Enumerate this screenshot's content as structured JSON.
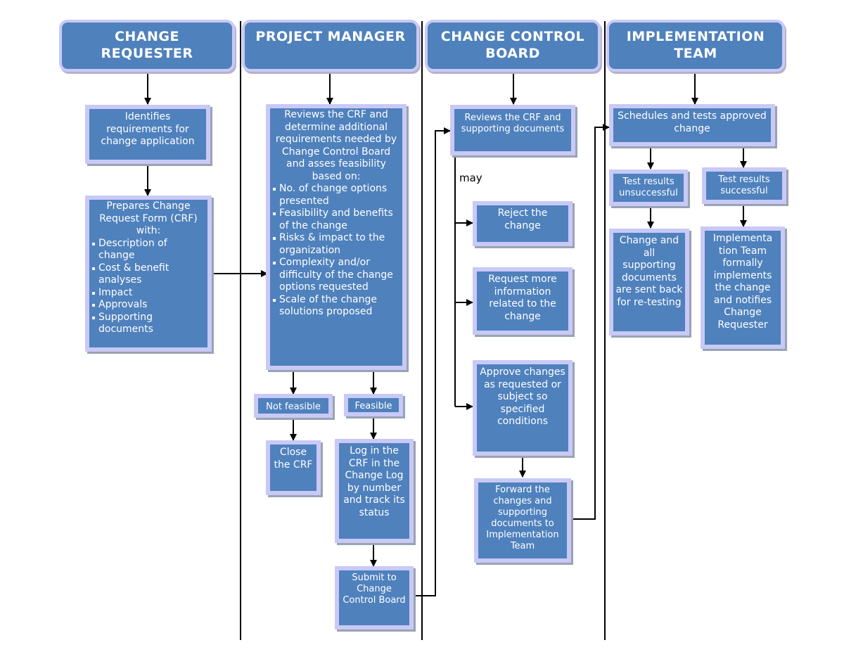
{
  "lanes": [
    {
      "id": "change-requester",
      "title": "CHANGE\nREQUESTER"
    },
    {
      "id": "project-manager",
      "title": "PROJECT MANAGER"
    },
    {
      "id": "change-control-board",
      "title": "CHANGE CONTROL\nBOARD"
    },
    {
      "id": "implementation-team",
      "title": "IMPLEMENTATION\nTEAM"
    }
  ],
  "change_requester": {
    "identifies": "Identifies requirements for change application",
    "prepares_intro": "Prepares Change Request Form (CRF) with:",
    "prepares_items": [
      "Description of change",
      "Cost & benefit analyses",
      "Impact",
      "Approvals",
      "Supporting documents"
    ]
  },
  "project_manager": {
    "reviews_intro": "Reviews the CRF and determine additional requirements needed by Change Control Board and asses feasibility based on:",
    "reviews_items": [
      "No. of change options presented",
      "Feasibility and benefits of the change",
      "Risks & impact to the organization",
      "Complexity and/or difficulty of the change options requested",
      "Scale of the change solutions proposed"
    ],
    "not_feasible": "Not feasible",
    "feasible": "Feasible",
    "close_crf": "Close the CRF",
    "log_crf": "Log in the CRF in the Change Log by number and track its status",
    "submit": "Submit to Change Control Board"
  },
  "change_control_board": {
    "reviews": "Reviews the CRF and supporting documents",
    "may_label": "may",
    "reject": "Reject the change",
    "request_info": "Request more information related to the change",
    "approve": "Approve changes as requested or subject so specified conditions",
    "forward": "Forward the changes and supporting documents to Implementation Team"
  },
  "implementation_team": {
    "schedules": "Schedules and tests approved change",
    "unsuccessful": "Test results unsuccessful",
    "successful": "Test results successful",
    "sent_back": "Change and all supporting documents are sent back for re-testing",
    "implements": "Implementa tion Team formally implements the change and notifies Change Requester"
  },
  "colors": {
    "box_fill": "#4f81bd",
    "box_border": "#c9c9f7",
    "line": "#000000"
  }
}
